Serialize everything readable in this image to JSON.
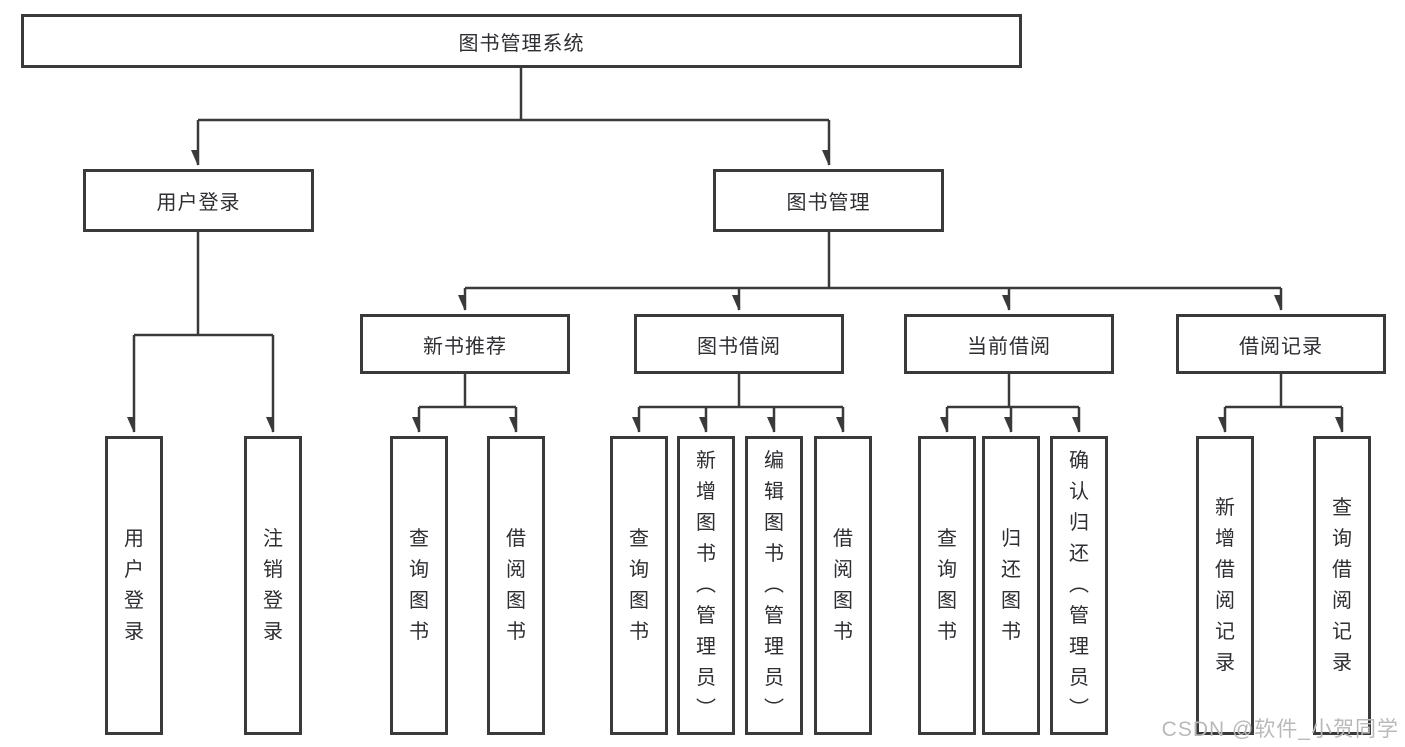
{
  "diagram": {
    "title": "图书管理系统",
    "watermark": "CSDN @软件_小贺同学",
    "colors": {
      "line": "#3a3a3a",
      "box_border": "#3a3a3a",
      "text": "#2e2e33",
      "watermark": "#b9b9b9",
      "background": "#ffffff"
    },
    "nodes": {
      "root": {
        "label": "图书管理系统"
      },
      "user_login": {
        "label": "用户登录"
      },
      "book_mgmt": {
        "label": "图书管理"
      },
      "new_book_rec": {
        "label": "新书推荐"
      },
      "book_borrow": {
        "label": "图书借阅"
      },
      "current_borrow": {
        "label": "当前借阅"
      },
      "borrow_record": {
        "label": "借阅记录"
      },
      "leaf_user_login": {
        "label": "用户登录"
      },
      "leaf_logout": {
        "label": "注销登录"
      },
      "leaf_query_book_rec": {
        "label": "查询图书"
      },
      "leaf_borrow_book_rec": {
        "label": "借阅图书"
      },
      "leaf_query_book_borrow": {
        "label": "查询图书"
      },
      "leaf_add_book": {
        "label": "新增图书（管理员）"
      },
      "leaf_edit_book": {
        "label": "编辑图书（管理员）"
      },
      "leaf_borrow_book_borrow": {
        "label": "借阅图书"
      },
      "leaf_query_book_current": {
        "label": "查询图书"
      },
      "leaf_return_book": {
        "label": "归还图书"
      },
      "leaf_confirm_return": {
        "label": "确认归还（管理员）"
      },
      "leaf_add_borrow_record": {
        "label": "新增借阅记录"
      },
      "leaf_query_borrow_record": {
        "label": "查询借阅记录"
      }
    }
  }
}
